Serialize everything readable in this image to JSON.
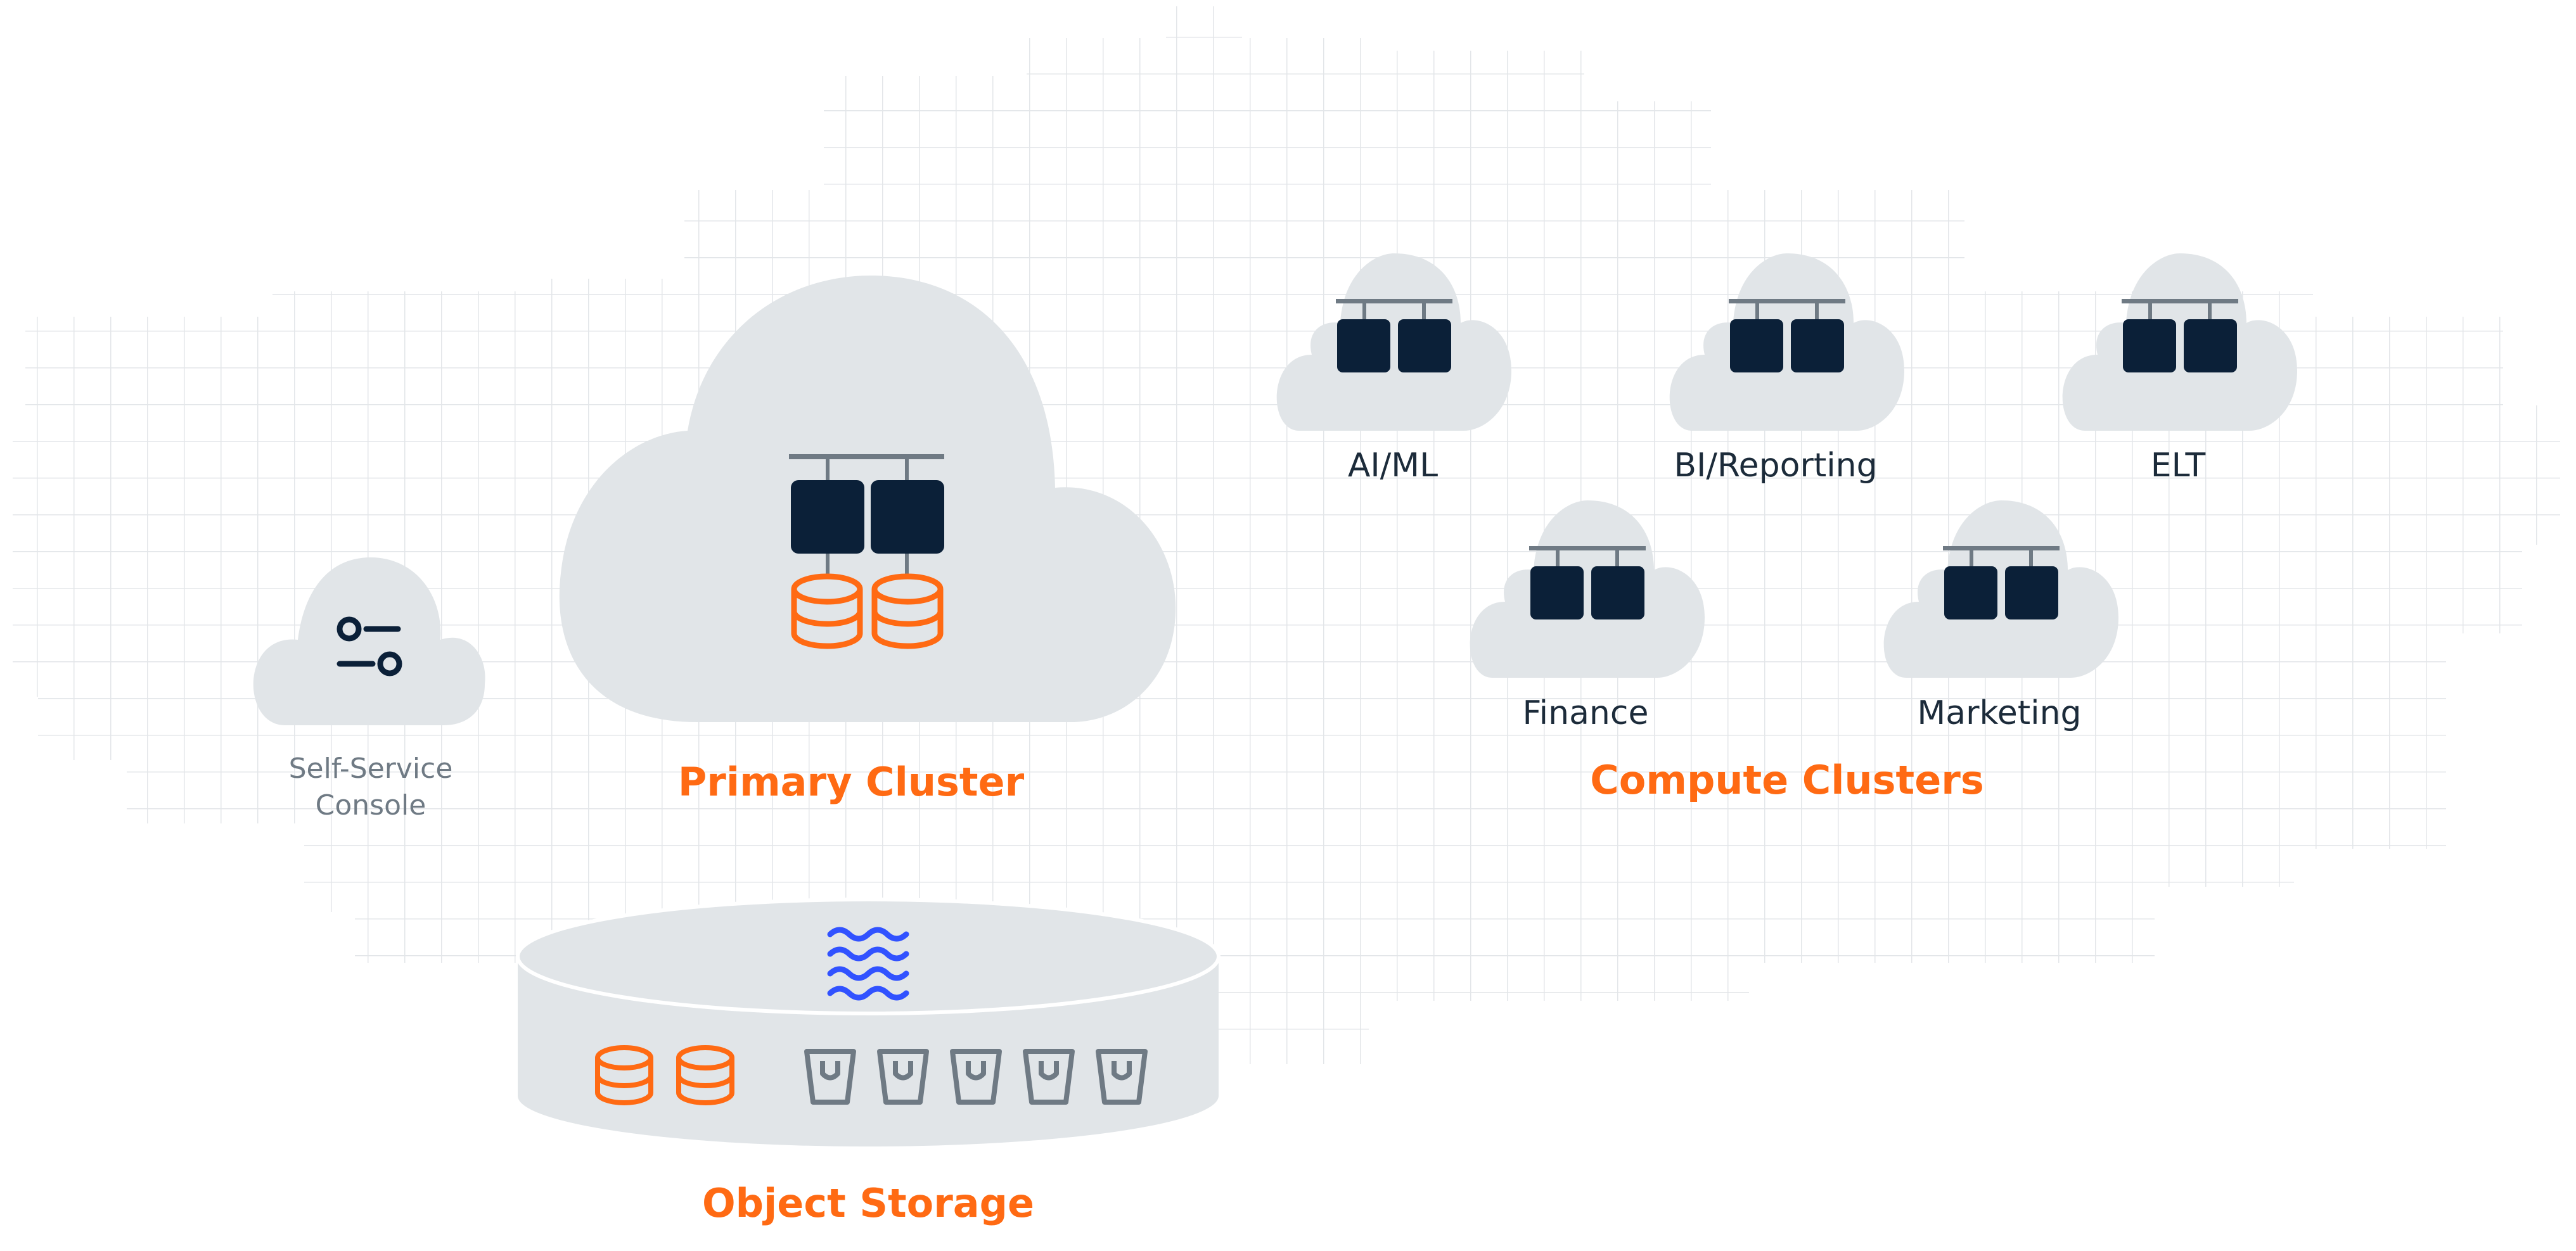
{
  "colors": {
    "orange": "#ff6a13",
    "navy": "#0b2038",
    "cloud": "#e1e5e8",
    "grid": "#e6e8ea",
    "grey_text": "#6f7a84",
    "dark_text": "#1c2b3a",
    "blue": "#3152ff",
    "bucket_grey": "#6f7a84"
  },
  "console": {
    "icon": "sliders-icon",
    "label_line1": "Self-Service",
    "label_line2": "Console"
  },
  "primary": {
    "title": "Primary Cluster"
  },
  "compute": {
    "title": "Compute Clusters",
    "clusters": [
      {
        "label": "AI/ML"
      },
      {
        "label": "BI/Reporting"
      },
      {
        "label": "ELT"
      },
      {
        "label": "Finance"
      },
      {
        "label": "Marketing"
      }
    ]
  },
  "storage": {
    "title": "Object Storage",
    "icons": [
      "waves-icon",
      "database-icon",
      "database-icon",
      "bucket-icon",
      "bucket-icon",
      "bucket-icon",
      "bucket-icon",
      "bucket-icon"
    ]
  }
}
